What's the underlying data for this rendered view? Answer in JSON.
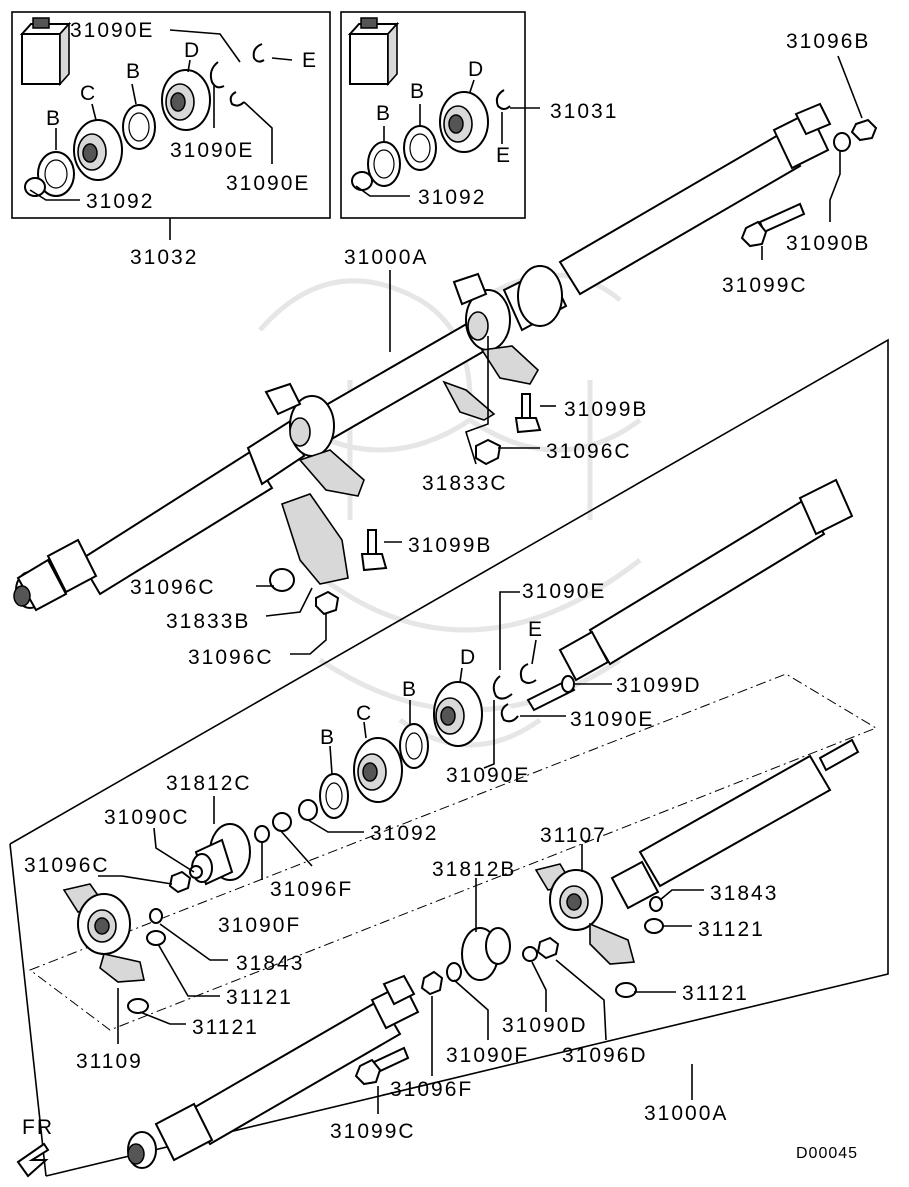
{
  "diagram_code": "D00045",
  "front_marker": "FR",
  "boxes": {
    "left": {
      "assembly_code": "31032",
      "part_labels": {
        "e_top": "31090E",
        "e_right_1": "31090E",
        "e_right_2": "31090E",
        "ring": "31092"
      },
      "letters": {
        "b1": "B",
        "c": "C",
        "b2": "B",
        "d": "D",
        "e": "E"
      }
    },
    "right": {
      "assembly_code": "31031",
      "part_labels": {
        "ring": "31092"
      },
      "letters": {
        "b1": "B",
        "b2": "B",
        "d": "D",
        "e": "E"
      }
    }
  },
  "upper_shaft": {
    "labels": {
      "shaft": "31000A",
      "nut_top": "31096B",
      "washer": "31090B",
      "bolt": "31099C",
      "bolt_b_1": "31099B",
      "nut_c_1": "31096C",
      "bracket_c": "31833C",
      "bolt_b_2": "31099B",
      "nut_c_2": "31096C",
      "bracket_b": "31833B",
      "nut_c_3": "31096C"
    }
  },
  "lower_panel": {
    "labels": {
      "e_1": "31090E",
      "bolt_d": "31099D",
      "e_2": "31090E",
      "e_3": "31090E",
      "flange_c": "31812C",
      "washer_c": "31090C",
      "ring": "31092",
      "nut_c": "31096C",
      "nut_f_1": "31096F",
      "washer_f_1": "31090F",
      "stopper_1": "31843",
      "bush_1": "31121",
      "bush_2": "31121",
      "bearing_left": "31109",
      "flange_b": "31812B",
      "bearing_right": "31107",
      "stopper_2": "31843",
      "bush_3": "31121",
      "bush_4": "31121",
      "washer_d": "31090D",
      "washer_f_2": "31090F",
      "nut_d": "31096D",
      "nut_f_2": "31096F",
      "bolt_c": "31099C",
      "shaft": "31000A"
    },
    "letters": {
      "e": "E",
      "d": "D",
      "b1": "B",
      "c": "C",
      "b2": "B"
    }
  }
}
